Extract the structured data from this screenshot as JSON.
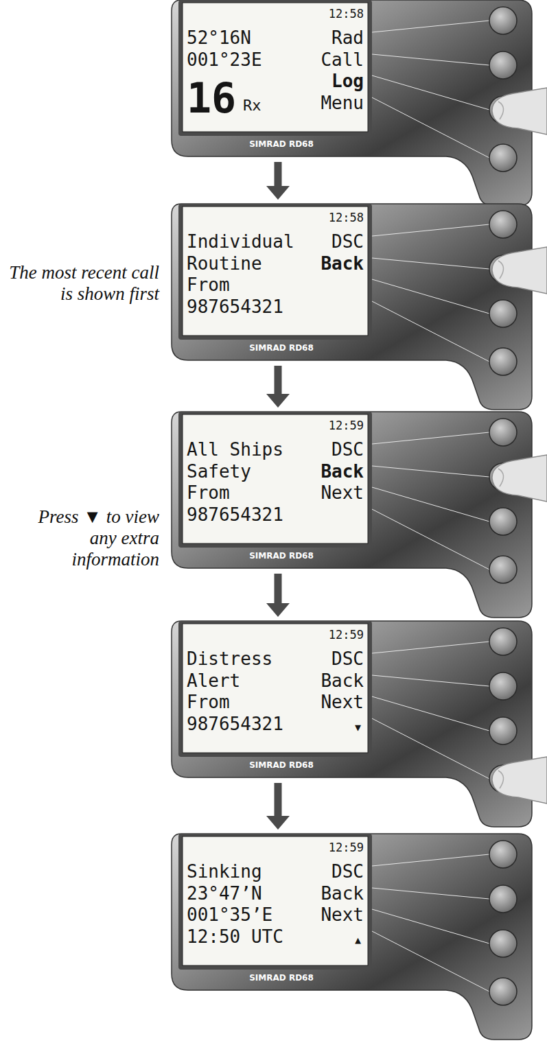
{
  "diagram": {
    "nodes": [
      {
        "text": [
          "12:58",
          "52°16N",
          "001°23E",
          "16",
          "Rx",
          "Rad",
          "Call",
          "Log",
          "Menu",
          "SIMRAD RD68"
        ]
      },
      {
        "text": [
          "12:58",
          "Individual",
          "Routine",
          "From",
          "987654321",
          "DSC",
          "Back",
          "SIMRAD RD68"
        ]
      },
      {
        "text": [
          "12:59",
          "All Ships",
          "Safety",
          "From",
          "987654321",
          "DSC",
          "Back",
          "Next",
          "SIMRAD RD68"
        ]
      },
      {
        "text": [
          "12:59",
          "Distress",
          "Alert",
          "From",
          "987654321",
          "DSC",
          "Back",
          "Next",
          "▼",
          "SIMRAD RD68"
        ]
      },
      {
        "text": [
          "12:59",
          "Sinking",
          "23°47’N",
          "001°35’E",
          "12:50 UTC",
          "DSC",
          "Back",
          "Next",
          "▲",
          "SIMRAD RD68"
        ]
      }
    ],
    "edges": [
      {
        "from": 0,
        "to": 1,
        "arrow": "to"
      },
      {
        "from": 1,
        "to": 2,
        "arrow": "to"
      },
      {
        "from": 2,
        "to": 3,
        "arrow": "to"
      },
      {
        "from": 3,
        "to": 4,
        "arrow": "to"
      }
    ],
    "labels": [
      "The most recent call is shown first",
      "Press ▼ to view any extra information"
    ]
  }
}
